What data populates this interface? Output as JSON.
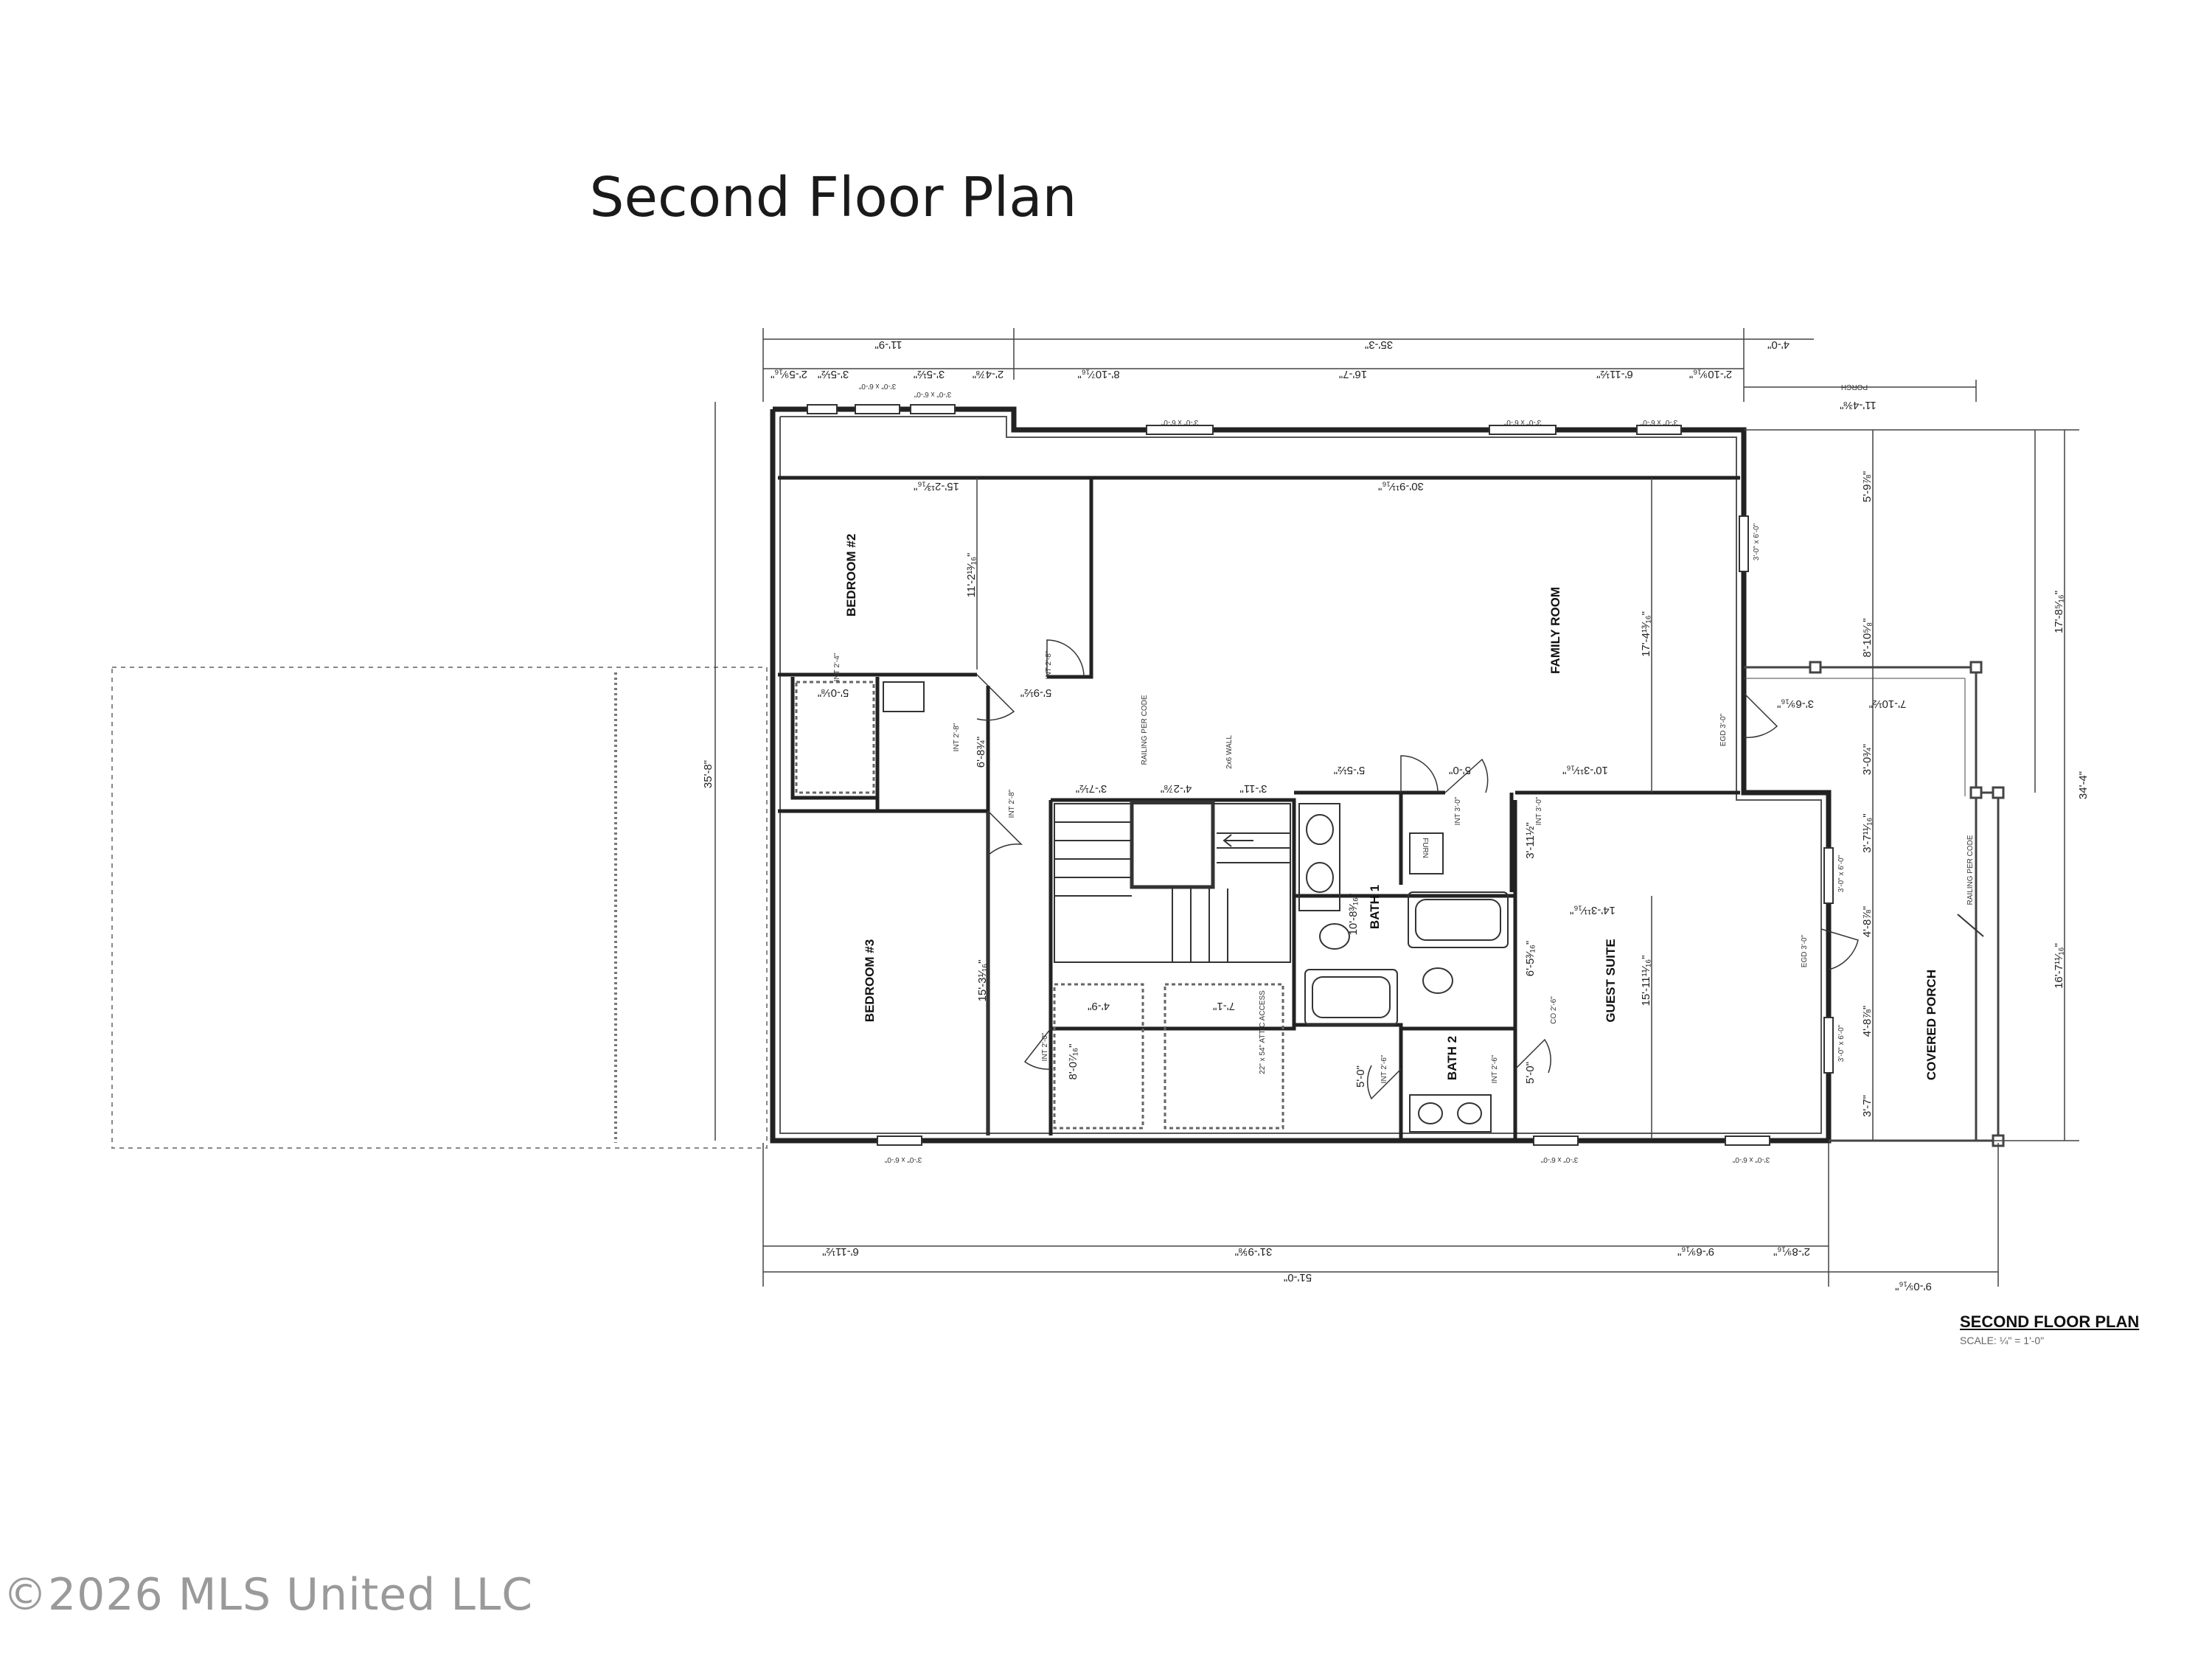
{
  "title": "Second Floor Plan",
  "plan_label": "SECOND FLOOR PLAN",
  "scale_text": "SCALE: ¼\" = 1'-0\"",
  "watermark": "©2026 MLS United LLC",
  "rooms": {
    "bedroom2": "BEDROOM #2",
    "bedroom3": "BEDROOM #3",
    "family_room": "FAMILY ROOM",
    "bath1": "BATH 1",
    "bath2": "BATH 2",
    "guest_suite": "GUEST SUITE",
    "covered_porch": "COVERED PORCH",
    "furn": "FURN"
  },
  "notes": {
    "railing_code": "RAILING PER CODE",
    "wall_2x6": "2x6 WALL",
    "attic_access": "22\" x 54\" ATTIC ACCESS",
    "porch": "PORCH"
  },
  "dims_top": {
    "d1": "11'-9\"",
    "d2": "35'-3\"",
    "d3": "4'-0\"",
    "s1": "2'-5⁹⁄₁₆\"",
    "s2": "3'-5½\"",
    "s3": "3'-5½\"",
    "s4": "2'-4⅞\"",
    "s5": "8'-10⁷⁄₁₆\"",
    "s6": "16'-7\"",
    "s7": "6'-11½\"",
    "s8": "2'-10⁹⁄₁₆\"",
    "porch": "11'-4⅜\""
  },
  "dims_bottom": {
    "b1": "6'-11½\"",
    "b2": "31'-9⅝\"",
    "b3": "9'-6⁹⁄₁₆\"",
    "b4": "2'-8⁹⁄₁₆\"",
    "total": "51'-0\"",
    "porch": "9'-0⁵⁄₁₆\""
  },
  "dims_interior": {
    "br2_w": "15'-2¹³⁄₁₆\"",
    "br2_h": "11'-2¹³⁄₁₆\"",
    "fr_w": "30'-9¹¹⁄₁₆\"",
    "fr_h": "17'-4¹³⁄₁₆\"",
    "closet": "5'-0⅛\"",
    "hall": "5'-9½\"",
    "hall_w": "6'-8¾\"",
    "br3_h": "15'-3¹⁄₁₆\"",
    "stair1": "3'-7½\"",
    "stair2": "4'-2⅞\"",
    "stair3": "3'-11\"",
    "bath_a": "5'-5½\"",
    "bath_b": "5'-0\"",
    "fr_low": "10'-3¹¹⁄₁₆\"",
    "bath1_h": "10'-8³⁄₁₆\"",
    "gs_w": "14'-3¹¹⁄₁₆\"",
    "gs_h": "15'-11¹¹⁄₁₆\"",
    "gs_c": "3'-11½\"",
    "gs_e": "6'-5³⁄₁₆\"",
    "gs_f": "5'-0\"",
    "b2_e": "5'-0\"",
    "cl1": "4'-9\"",
    "cl2": "8'-0⁷⁄₁₆\"",
    "attic": "7'-1\"",
    "left_total": "35'-8\"",
    "r1": "5'-9⅞\"",
    "r2": "8'-10⁵⁄₈\"",
    "r3": "3'-0¾\"",
    "r4": "3'-7¹¹⁄₁₆\"",
    "r5": "4'-8⅞\"",
    "r6": "4'-8⅞\"",
    "r7": "3'-7\"",
    "rr1": "17'-8⁵⁄₁₆\"",
    "rr2": "16'-7¹¹⁄₁₆\"",
    "rtotal": "34'-4\"",
    "p1": "3'-6⁹⁄₁₆\"",
    "p2": "7'-10½\""
  },
  "windows": {
    "w1": "3'-0\" x 6'-0\"",
    "w2": "3'-0\" x 6'-0\"",
    "w3": "3'-0\" x 6'-0\"",
    "w4": "3'-0\" x 6'-0\"",
    "w5": "3'-0\" x 6'-0\"",
    "w6": "3'-0\" x 6'-0\"",
    "w7": "3'-0\" x 6'-0\"",
    "w8": "3'-0\" x 6'-0\"",
    "w9": "3'-0\" x 6'-0\"",
    "w10": "3'-0\" x 6'-0\"",
    "w11": "3'-0\" x 6'-0\""
  },
  "doors": {
    "d_int1": "INT 2'-4\"",
    "d_int2": "INT 2'-8\"",
    "d_int3": "INT 2'-8\"",
    "d_int4": "INT 2'-8\"",
    "d_int5": "INT 3'-0\"",
    "d_int6": "INT 3'-0\"",
    "d_int7": "INT 2'-0\"",
    "d_int8": "INT 2'-6\"",
    "d_int9": "INT 2'-6\"",
    "d_co": "CO 2'-6\"",
    "d_egd1": "EGD 3'-0\"",
    "d_egd2": "EGD 3'-0\""
  }
}
